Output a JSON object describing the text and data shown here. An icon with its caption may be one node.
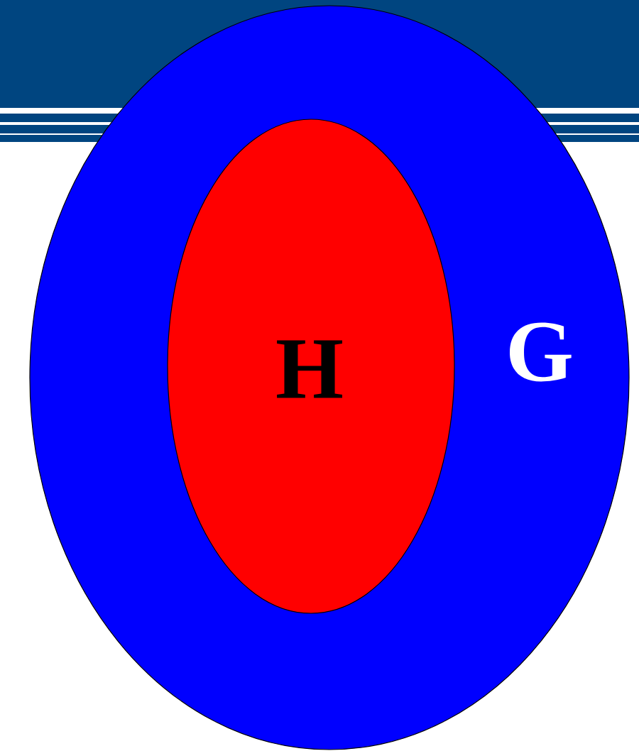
{
  "diagram": {
    "nodes": [
      {
        "text": [
          "G"
        ]
      },
      {
        "text": [
          "H"
        ],
        "in": 0
      }
    ]
  }
}
